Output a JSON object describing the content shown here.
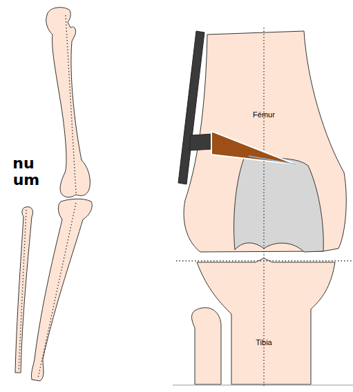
{
  "diagram": {
    "labels": [
      "nu",
      "um",
      "Fémur",
      "Tibia"
    ]
  }
}
